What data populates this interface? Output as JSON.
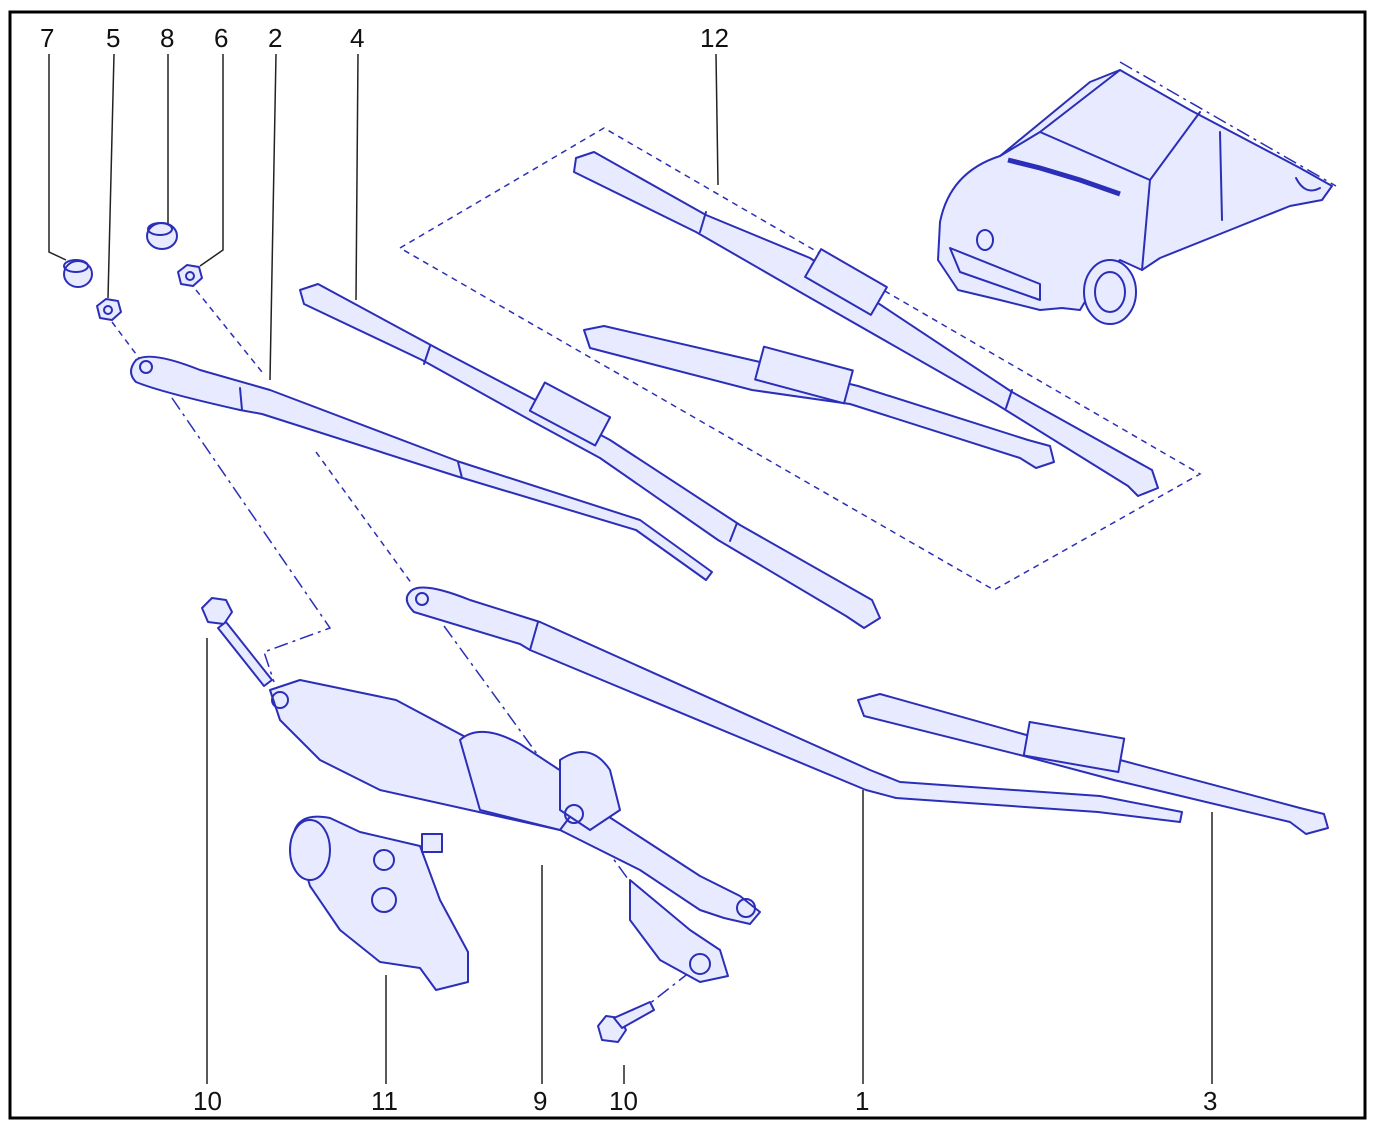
{
  "diagram": {
    "type": "exploded-parts-view",
    "colors": {
      "line": "#2b2fb8",
      "fill": "#e8ebff",
      "frame": "#000000",
      "text": "#111111"
    },
    "callouts": {
      "c7": "7",
      "c5": "5",
      "c8": "8",
      "c6": "6",
      "c2": "2",
      "c4": "4",
      "c12": "12",
      "c10a": "10",
      "c11": "11",
      "c9": "9",
      "c10b": "10",
      "c1": "1",
      "c3": "3"
    }
  }
}
